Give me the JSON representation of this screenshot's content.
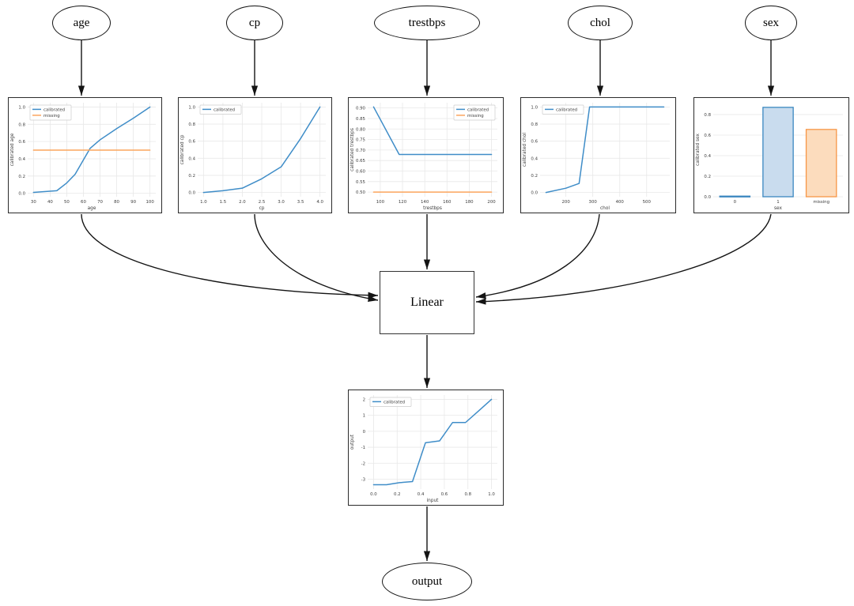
{
  "diagram": {
    "nodes": {
      "age": "age",
      "cp": "cp",
      "trestbps": "trestbps",
      "chol": "chol",
      "sex": "sex",
      "linear": "Linear",
      "output": "output"
    },
    "edges": [
      {
        "from": "age",
        "to": "age-calibrator"
      },
      {
        "from": "cp",
        "to": "cp-calibrator"
      },
      {
        "from": "trestbps",
        "to": "trestbps-calibrator"
      },
      {
        "from": "chol",
        "to": "chol-calibrator"
      },
      {
        "from": "sex",
        "to": "sex-calibrator"
      },
      {
        "from": "age-calibrator",
        "to": "linear"
      },
      {
        "from": "cp-calibrator",
        "to": "linear"
      },
      {
        "from": "trestbps-calibrator",
        "to": "linear"
      },
      {
        "from": "chol-calibrator",
        "to": "linear"
      },
      {
        "from": "sex-calibrator",
        "to": "linear"
      },
      {
        "from": "linear",
        "to": "output-calibrator"
      },
      {
        "from": "output-calibrator",
        "to": "output"
      }
    ]
  },
  "colors": {
    "calibrated_line": "#3f8dc8",
    "missing_line": "#fba55d",
    "bar_blue_edge": "#3a87c0",
    "bar_blue_fill": "#c9dcee",
    "bar_orange_edge": "#f79646",
    "bar_orange_fill": "#fcdcbd",
    "grid": "#e8e8e8",
    "edge_arrow": "#141414"
  },
  "chart_data": [
    {
      "id": "age-calibrator",
      "type": "line",
      "title": "",
      "xlabel": "age",
      "ylabel": "calibrated age",
      "xlim": [
        26.5,
        103.5
      ],
      "ylim": [
        -0.04,
        1.05
      ],
      "grid": true,
      "legend": {
        "pos": "top-left"
      },
      "xticks": [
        {
          "v": 30,
          "t": "30"
        },
        {
          "v": 40,
          "t": "40"
        },
        {
          "v": 50,
          "t": "50"
        },
        {
          "v": 60,
          "t": "60"
        },
        {
          "v": 70,
          "t": "70"
        },
        {
          "v": 80,
          "t": "80"
        },
        {
          "v": 90,
          "t": "90"
        },
        {
          "v": 100,
          "t": "100"
        }
      ],
      "yticks": [
        {
          "v": 0.0,
          "t": "0.0"
        },
        {
          "v": 0.2,
          "t": "0.2"
        },
        {
          "v": 0.4,
          "t": "0.4"
        },
        {
          "v": 0.6,
          "t": "0.6"
        },
        {
          "v": 0.8,
          "t": "0.8"
        },
        {
          "v": 1.0,
          "t": "1.0"
        }
      ],
      "series": [
        {
          "name": "calibrated",
          "color": "#3f8dc8",
          "points": [
            [
              30,
              0.01
            ],
            [
              44,
              0.03
            ],
            [
              50,
              0.12
            ],
            [
              55,
              0.22
            ],
            [
              61,
              0.42
            ],
            [
              64,
              0.52
            ],
            [
              70,
              0.62
            ],
            [
              80,
              0.75
            ],
            [
              90,
              0.87
            ],
            [
              100,
              1.0
            ]
          ]
        },
        {
          "name": "missing",
          "color": "#fba55d",
          "points": [
            [
              30,
              0.5
            ],
            [
              100,
              0.5
            ]
          ]
        }
      ]
    },
    {
      "id": "cp-calibrator",
      "type": "line",
      "title": "",
      "xlabel": "cp",
      "ylabel": "calibrated cp",
      "xlim": [
        0.85,
        4.15
      ],
      "ylim": [
        -0.05,
        1.05
      ],
      "grid": true,
      "legend": {
        "pos": "top-left"
      },
      "xticks": [
        {
          "v": 1.0,
          "t": "1.0"
        },
        {
          "v": 1.5,
          "t": "1.5"
        },
        {
          "v": 2.0,
          "t": "2.0"
        },
        {
          "v": 2.5,
          "t": "2.5"
        },
        {
          "v": 3.0,
          "t": "3.0"
        },
        {
          "v": 3.5,
          "t": "3.5"
        },
        {
          "v": 4.0,
          "t": "4.0"
        }
      ],
      "yticks": [
        {
          "v": 0.0,
          "t": "0.0"
        },
        {
          "v": 0.2,
          "t": "0.2"
        },
        {
          "v": 0.4,
          "t": "0.4"
        },
        {
          "v": 0.6,
          "t": "0.6"
        },
        {
          "v": 0.8,
          "t": "0.8"
        },
        {
          "v": 1.0,
          "t": "1.0"
        }
      ],
      "series": [
        {
          "name": "calibrated",
          "color": "#3f8dc8",
          "points": [
            [
              1.0,
              0.0
            ],
            [
              1.5,
              0.02
            ],
            [
              2.0,
              0.05
            ],
            [
              2.5,
              0.16
            ],
            [
              3.0,
              0.3
            ],
            [
              3.5,
              0.63
            ],
            [
              4.0,
              1.0
            ]
          ]
        }
      ]
    },
    {
      "id": "trestbps-calibrator",
      "type": "line",
      "title": "",
      "xlabel": "trestbps",
      "ylabel": "calibrated trestbps",
      "xlim": [
        88.7,
        205.3
      ],
      "ylim": [
        0.478,
        0.925
      ],
      "grid": true,
      "legend": {
        "pos": "top-right"
      },
      "xticks": [
        {
          "v": 100,
          "t": "100"
        },
        {
          "v": 120,
          "t": "120"
        },
        {
          "v": 140,
          "t": "140"
        },
        {
          "v": 160,
          "t": "160"
        },
        {
          "v": 180,
          "t": "180"
        },
        {
          "v": 200,
          "t": "200"
        }
      ],
      "yticks": [
        {
          "v": 0.5,
          "t": "0.50"
        },
        {
          "v": 0.55,
          "t": "0.55"
        },
        {
          "v": 0.6,
          "t": "0.60"
        },
        {
          "v": 0.65,
          "t": "0.65"
        },
        {
          "v": 0.7,
          "t": "0.70"
        },
        {
          "v": 0.75,
          "t": "0.75"
        },
        {
          "v": 0.8,
          "t": "0.80"
        },
        {
          "v": 0.85,
          "t": "0.85"
        },
        {
          "v": 0.9,
          "t": "0.90"
        }
      ],
      "series": [
        {
          "name": "calibrated",
          "color": "#3f8dc8",
          "points": [
            [
              94,
              0.905
            ],
            [
              117,
              0.679
            ],
            [
              200,
              0.679
            ]
          ]
        },
        {
          "name": "missing",
          "color": "#fba55d",
          "points": [
            [
              94,
              0.5
            ],
            [
              200,
              0.5
            ]
          ]
        }
      ]
    },
    {
      "id": "chol-calibrator",
      "type": "line",
      "title": "",
      "xlabel": "chol",
      "ylabel": "calibrated chol",
      "xlim": [
        104,
        586
      ],
      "ylim": [
        -0.05,
        1.05
      ],
      "grid": true,
      "legend": {
        "pos": "top-left"
      },
      "xticks": [
        {
          "v": 200,
          "t": "200"
        },
        {
          "v": 300,
          "t": "300"
        },
        {
          "v": 400,
          "t": "400"
        },
        {
          "v": 500,
          "t": "500"
        }
      ],
      "yticks": [
        {
          "v": 0.0,
          "t": "0.0"
        },
        {
          "v": 0.2,
          "t": "0.2"
        },
        {
          "v": 0.4,
          "t": "0.4"
        },
        {
          "v": 0.6,
          "t": "0.6"
        },
        {
          "v": 0.8,
          "t": "0.8"
        },
        {
          "v": 1.0,
          "t": "1.0"
        }
      ],
      "series": [
        {
          "name": "calibrated",
          "color": "#3f8dc8",
          "points": [
            [
              126,
              0.0
            ],
            [
              200,
              0.05
            ],
            [
              249,
              0.105
            ],
            [
              288,
              1.0
            ],
            [
              564,
              1.0
            ]
          ]
        }
      ]
    },
    {
      "id": "sex-calibrator",
      "type": "bar",
      "title": "",
      "xlabel": "sex",
      "ylabel": "calibrated sex",
      "categories": [
        "0",
        "1",
        "missing"
      ],
      "values": [
        0.006,
        0.87,
        0.655
      ],
      "ylim": [
        0,
        0.915
      ],
      "grid": true,
      "yticks": [
        {
          "v": 0.0,
          "t": "0.0"
        },
        {
          "v": 0.2,
          "t": "0.2"
        },
        {
          "v": 0.4,
          "t": "0.4"
        },
        {
          "v": 0.6,
          "t": "0.6"
        },
        {
          "v": 0.8,
          "t": "0.8"
        }
      ],
      "bars": [
        {
          "edge": "#3a87c0",
          "fill": "#c9dcee"
        },
        {
          "edge": "#3a87c0",
          "fill": "#c9dcee"
        },
        {
          "edge": "#f79646",
          "fill": "#fcdcbd"
        }
      ]
    },
    {
      "id": "output-calibrator",
      "type": "line",
      "title": "",
      "xlabel": "input",
      "ylabel": "output",
      "xlim": [
        -0.05,
        1.05
      ],
      "ylim": [
        -3.62,
        2.27
      ],
      "grid": true,
      "legend": {
        "pos": "top-left"
      },
      "xticks": [
        {
          "v": 0.0,
          "t": "0.0"
        },
        {
          "v": 0.2,
          "t": "0.2"
        },
        {
          "v": 0.4,
          "t": "0.4"
        },
        {
          "v": 0.6,
          "t": "0.6"
        },
        {
          "v": 0.8,
          "t": "0.8"
        },
        {
          "v": 1.0,
          "t": "1.0"
        }
      ],
      "yticks": [
        {
          "v": -3,
          "t": "-3"
        },
        {
          "v": -2,
          "t": "-2"
        },
        {
          "v": -1,
          "t": "-1"
        },
        {
          "v": 0,
          "t": "0"
        },
        {
          "v": 1,
          "t": "1"
        },
        {
          "v": 2,
          "t": "2"
        }
      ],
      "series": [
        {
          "name": "calibrated",
          "color": "#3f8dc8",
          "points": [
            [
              0.0,
              -3.35
            ],
            [
              0.11,
              -3.35
            ],
            [
              0.22,
              -3.22
            ],
            [
              0.33,
              -3.15
            ],
            [
              0.44,
              -0.72
            ],
            [
              0.56,
              -0.6
            ],
            [
              0.67,
              0.55
            ],
            [
              0.78,
              0.55
            ],
            [
              0.89,
              1.27
            ],
            [
              1.0,
              2.0
            ]
          ]
        }
      ]
    }
  ]
}
